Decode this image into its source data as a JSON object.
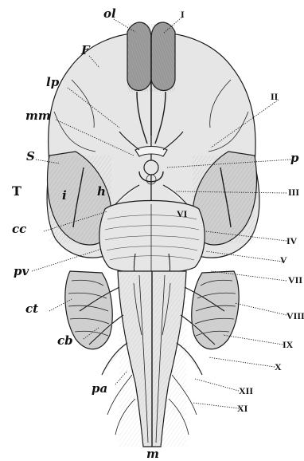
{
  "labels": {
    "ol": "ol",
    "F": "F",
    "lp": "lp",
    "mm": "mm",
    "s": "S",
    "T": "T",
    "i": "i",
    "h": "h",
    "cc": "cc",
    "pv": "pv",
    "ct": "ct",
    "cb": "cb",
    "pa": "pa",
    "m": "m",
    "p": "p",
    "I": "I",
    "II": "II",
    "III": "III",
    "IV": "IV",
    "V": "V",
    "VI": "VI",
    "VII": "VII",
    "VIII": "VIII",
    "IX": "IX",
    "X": "X",
    "XI": "XI",
    "XII": "XII"
  }
}
